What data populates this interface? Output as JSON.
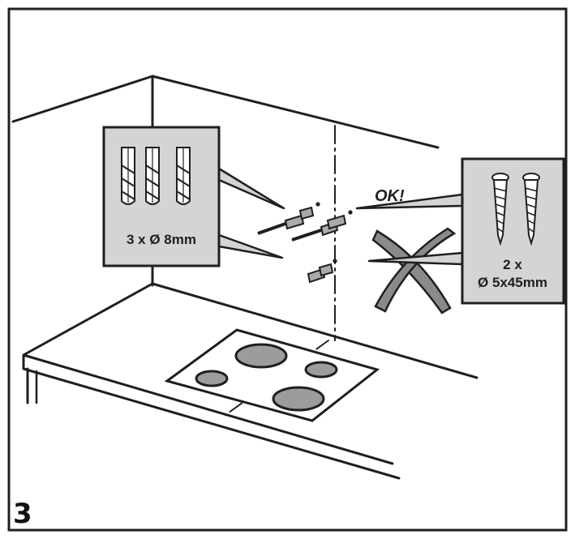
{
  "step_number": "3",
  "plugs_callout": {
    "label": "3 x Ø 8mm",
    "count": 3
  },
  "screws_callout": {
    "line1": "2 x",
    "line2": "Ø 5x45mm",
    "count": 2
  },
  "ok_label": "OK!",
  "colors": {
    "line": "#1f1f1f",
    "callout_fill": "#d4d4d4",
    "hob_fill": "#ffffff",
    "burner_fill": "#9c9c9c",
    "cross_fill": "#8a8a8a",
    "background": "#ffffff"
  }
}
